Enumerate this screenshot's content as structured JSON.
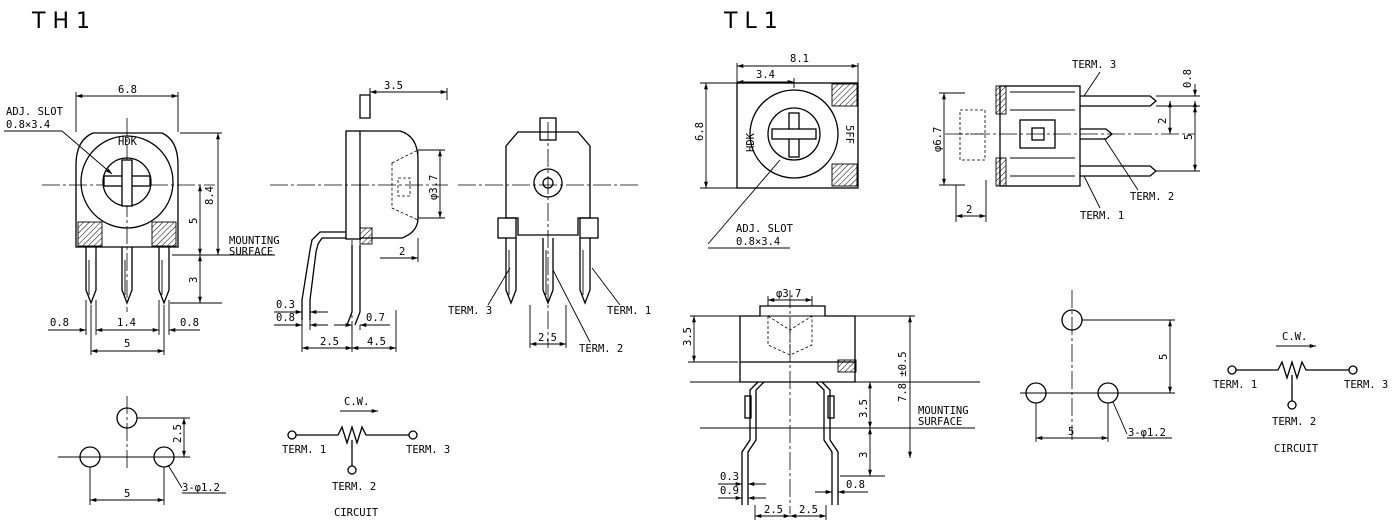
{
  "th1": {
    "title": "TH1",
    "adj_slot_label": "ADJ. SLOT",
    "adj_slot_dim": "0.8×3.4",
    "brand": "HDK",
    "mounting_surface_1": "MOUNTING",
    "mounting_surface_2": "SURFACE",
    "dims": {
      "width": "6.8",
      "side_width": "3.5",
      "height": "8.4",
      "center_height": "5",
      "lead_length": "3",
      "knob_dia": "φ3.7",
      "knob_offset": "2",
      "lead_w1": "0.8",
      "lead_gap": "1.4",
      "lead_w2": "0.8",
      "pitch": "5",
      "side_03": "0.3",
      "side_08": "0.8",
      "side_07": "0.7",
      "side_25": "2.5",
      "side_45": "4.5",
      "front_25": "2.5",
      "pcb_25": "2.5",
      "pcb_5": "5",
      "holes": "3-φ1.2"
    },
    "term1": "TERM. 1",
    "term2": "TERM. 2",
    "term3": "TERM. 3",
    "circuit": {
      "cw": "C.W.",
      "term1": "TERM. 1",
      "term2": "TERM. 2",
      "term3": "TERM. 3",
      "caption": "CIRCUIT"
    }
  },
  "tl1": {
    "title": "TL1",
    "brand": "HDK",
    "marking": "5FF",
    "adj_slot_label": "ADJ. SLOT",
    "adj_slot_dim": "0.8×3.4",
    "mounting_surface_1": "MOUNTING",
    "mounting_surface_2": "SURFACE",
    "dims": {
      "width": "8.1",
      "slot_offset": "3.4",
      "height": "6.8",
      "dia": "φ6.7",
      "left_2": "2",
      "lead_08": "0.8",
      "lead_2": "2",
      "lead_5": "5",
      "knob_dia": "φ3.7",
      "body_35": "3.5",
      "total": "7.8 ±0.5",
      "leg_35": "3.5",
      "leg_3": "3",
      "side_03": "0.3",
      "side_09": "0.9",
      "side_08": "0.8",
      "pitch_a": "2.5",
      "pitch_b": "2.5",
      "pcb_5v": "5",
      "pcb_5h": "5",
      "holes": "3-φ1.2"
    },
    "term1": "TERM. 1",
    "term2": "TERM. 2",
    "term3": "TERM. 3",
    "circuit": {
      "cw": "C.W.",
      "term1": "TERM. 1",
      "term2": "TERM. 2",
      "term3": "TERM. 3",
      "caption": "CIRCUIT"
    }
  }
}
